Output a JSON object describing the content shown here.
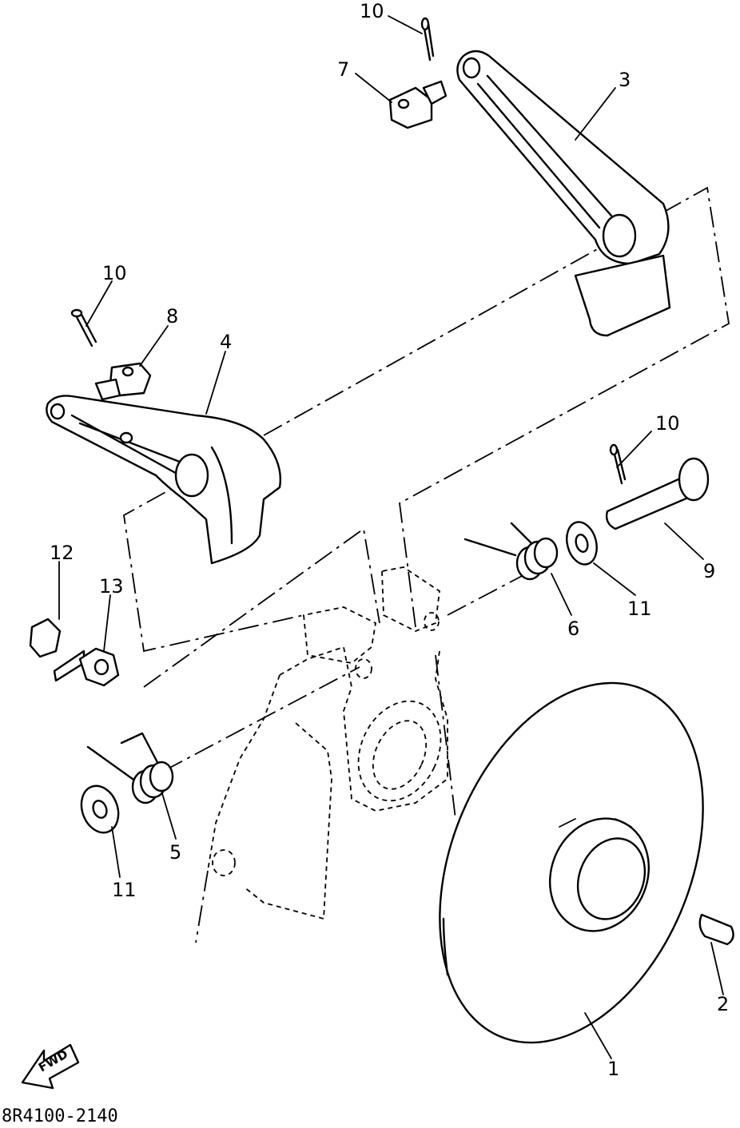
{
  "diagram_code": "8R4100-2140",
  "fwd_label": "FWD",
  "callouts": {
    "c1": "1",
    "c2": "2",
    "c3": "3",
    "c4": "4",
    "c5": "5",
    "c6": "6",
    "c7": "7",
    "c8": "8",
    "c9": "9",
    "c10a": "10",
    "c10b": "10",
    "c10c": "10",
    "c11a": "11",
    "c11b": "11",
    "c12": "12",
    "c13": "13"
  }
}
